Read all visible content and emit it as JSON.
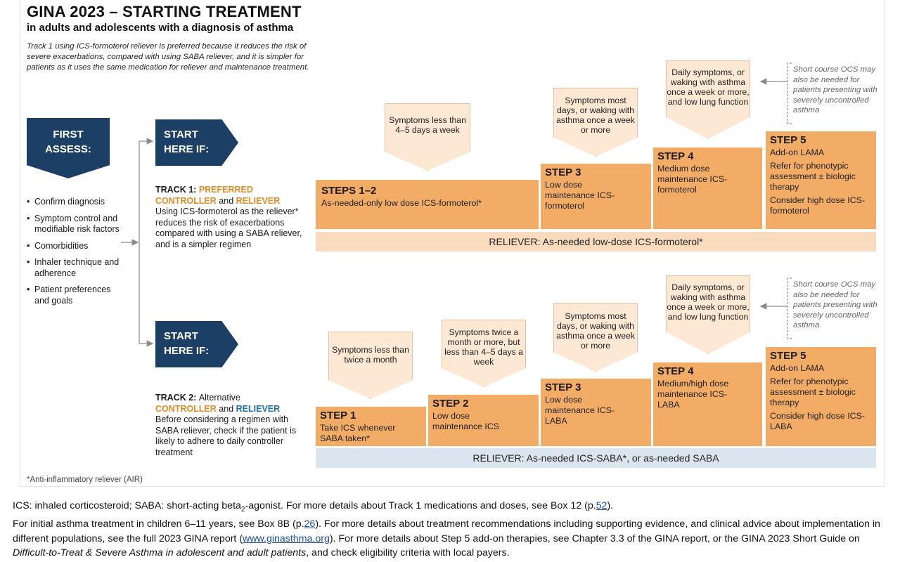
{
  "header": {
    "title": "GINA 2023 – STARTING TREATMENT",
    "subtitle": "in adults and adolescents with a diagnosis of asthma",
    "note_line1": "Track 1 using ICS-formoterol reliever is preferred because it reduces the risk of",
    "note_line2": "severe exacerbations, compared with using SABA reliever, and it is simpler for",
    "note_line3": "patients as it uses the same medication for reliever and maintenance treatment."
  },
  "first_assess": {
    "line1": "FIRST",
    "line2": "ASSESS:"
  },
  "assess_items": [
    "Confirm diagnosis",
    "Symptom control and modifiable risk factors",
    "Comorbidities",
    "Inhaler technique and adherence",
    "Patient preferences and goals"
  ],
  "start_here": {
    "line1": "START",
    "line2": "HERE IF:"
  },
  "track1": {
    "label": "TRACK 1:",
    "preferred": "PREFERRED",
    "controller": "CONTROLLER",
    "and": "and",
    "reliever": "RELIEVER",
    "desc": "Using ICS-formoterol as the reliever* reduces the risk of exacerbations compared with using a SABA reliever, and is a simpler regimen",
    "callouts": [
      "Symptoms less than 4–5 days a week",
      "Symptoms most days, or waking with asthma once a week or more",
      "Daily symptoms, or waking with asthma once a week or more, and low lung function"
    ],
    "side_note": "Short course OCS may also be needed for patients presenting with severely uncontrolled asthma",
    "steps": [
      {
        "name": "STEPS 1–2",
        "lines": [
          "As-needed-only low dose ICS-formoterol*"
        ]
      },
      {
        "name": "STEP 3",
        "lines": [
          "Low dose maintenance ICS-formoterol"
        ]
      },
      {
        "name": "STEP 4",
        "lines": [
          "Medium dose maintenance ICS-formoterol"
        ]
      },
      {
        "name": "STEP 5",
        "lines": [
          "Add-on LAMA",
          "Refer for phenotypic assessment ± biologic therapy",
          "Consider high dose ICS-formoterol"
        ]
      }
    ],
    "reliever_bar": "RELIEVER: As-needed low-dose ICS-formoterol*"
  },
  "track2": {
    "label": "TRACK 2:",
    "alternative": "Alternative",
    "controller": "CONTROLLER",
    "and": "and",
    "reliever": "RELIEVER",
    "desc": "Before considering a regimen with SABA reliever, check if the patient is likely to adhere to daily controller treatment",
    "callouts": [
      "Symptoms less than twice a month",
      "Symptoms twice a month or more, but less than 4–5 days a week",
      "Symptoms most days, or waking with asthma once a week or more",
      "Daily symptoms, or waking with asthma once a week or more, and low lung function"
    ],
    "side_note": "Short course OCS may also be needed for patients presenting with severely uncontrolled asthma",
    "steps": [
      {
        "name": "STEP 1",
        "lines": [
          "Take ICS whenever SABA taken*"
        ]
      },
      {
        "name": "STEP 2",
        "lines": [
          "Low dose maintenance ICS"
        ]
      },
      {
        "name": "STEP 3",
        "lines": [
          "Low dose maintenance ICS-LABA"
        ]
      },
      {
        "name": "STEP 4",
        "lines": [
          "Medium/high dose maintenance ICS-LABA"
        ]
      },
      {
        "name": "STEP 5",
        "lines": [
          "Add-on LAMA",
          "Refer for phenotypic assessment ± biologic therapy",
          "Consider high dose ICS-LABA"
        ]
      }
    ],
    "reliever_bar": "RELIEVER: As-needed ICS-SABA*, or as-needed SABA"
  },
  "air_note": "*Anti-inflammatory reliever (AIR)",
  "footer": {
    "p1_a": "ICS: inhaled corticosteroid; SABA: short-acting beta",
    "p1_sub": "2",
    "p1_b": "-agonist. For more details about Track 1 medications and doses, see Box 12 (p.",
    "p1_link": "52",
    "p1_c": ").",
    "p2_a": "For initial asthma treatment in children 6–11 years, see Box 8B (p.",
    "p2_link": "26",
    "p2_b": "). For more details about treatment recommendations including supporting evidence, and clinical advice about implementation in different populations, see the full 2023 GINA report (",
    "p2_url": "www.ginasthma.org",
    "p2_c": "). For more details about Step 5 add-on therapies, see Chapter 3.3 of the GINA report, or the GINA 2023 Short Guide on ",
    "p2_italic": "Difficult-to-Treat & Severe Asthma in adolescent and adult patients",
    "p2_d": ", and check eligibility criteria with local payers."
  },
  "colors": {
    "navy": "#1c3f66",
    "orange_step": "#f2ac66",
    "orange_text": "#e38b24",
    "blue_text": "#1f6ea8",
    "reliever1_bg": "#f9dcbe",
    "reliever2_bg": "#dbe5ef",
    "callout_bg": "#fde8d4"
  }
}
